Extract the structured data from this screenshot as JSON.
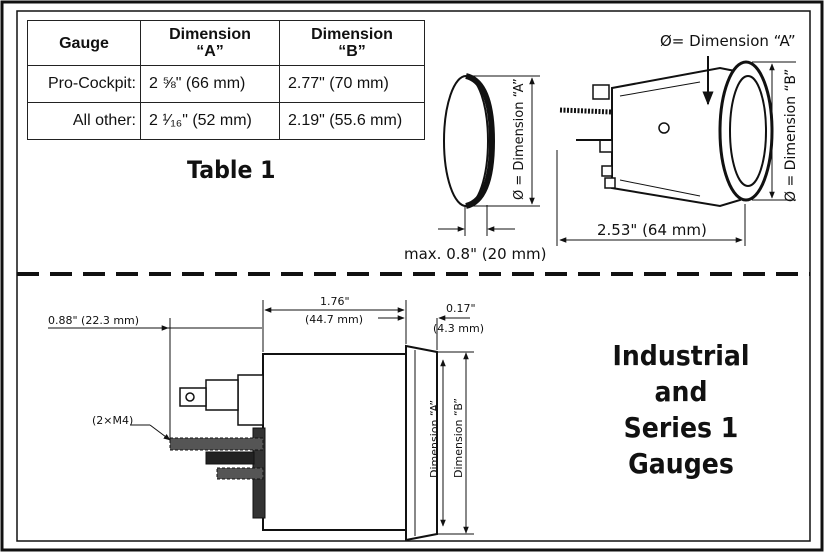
{
  "table": {
    "headers": [
      "Gauge",
      "Dimension\n“A”",
      "Dimension\n“B”"
    ],
    "header_lines": [
      [
        "Gauge"
      ],
      [
        "Dimension",
        "“A”"
      ],
      [
        "Dimension",
        "“B”"
      ]
    ],
    "rows": [
      {
        "gauge": "Pro-Cockpit:",
        "a": "2 ⅝\" (66 mm)",
        "b": "2.77\" (70 mm)"
      },
      {
        "gauge": "All other:",
        "a": "2 ¹⁄₁₆\" (52 mm)",
        "b": "2.19\" (55.6 mm)"
      }
    ],
    "caption": "Table 1"
  },
  "top_diagram": {
    "dim_a_top": "Ø= Dimension “A”",
    "dim_a_side": "Ø = Dimension “A”",
    "dim_b_side": "Ø = Dimension “B”",
    "max_depth": "max. 0.8\" (20 mm)",
    "length": "2.53\" (64 mm)"
  },
  "bottom_diagram": {
    "dim_088": "0.88\" (22.3 mm)",
    "dim_176": "1.76\"",
    "dim_176_mm": "(44.7 mm)",
    "dim_017": "0.17\"",
    "dim_017_mm": "(4.3 mm)",
    "stud": "(2×M4)",
    "dim_a": "Dimension “A”",
    "dim_b": "Dimension “B”"
  },
  "title_lines": [
    "Industrial",
    "and",
    "Series 1",
    "Gauges"
  ]
}
